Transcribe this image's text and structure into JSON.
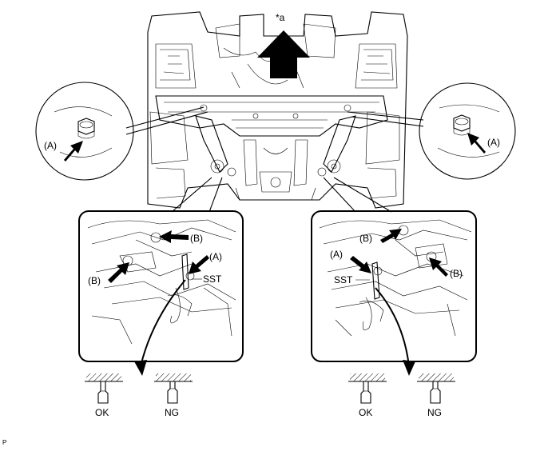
{
  "figure": {
    "direction_label": "*a",
    "left_circle_label": "(A)",
    "right_circle_label": "(A)",
    "left_panel": {
      "label_b_top": "(B)",
      "label_b_left": "(B)",
      "label_a": "(A)",
      "label_sst": "SST",
      "ok_label": "OK",
      "ng_label": "NG"
    },
    "right_panel": {
      "label_b_top": "(B)",
      "label_b_right": "(B)",
      "label_a": "(A)",
      "label_sst": "SST",
      "ok_label": "OK",
      "ng_label": "NG"
    },
    "corner_mark": "P"
  }
}
